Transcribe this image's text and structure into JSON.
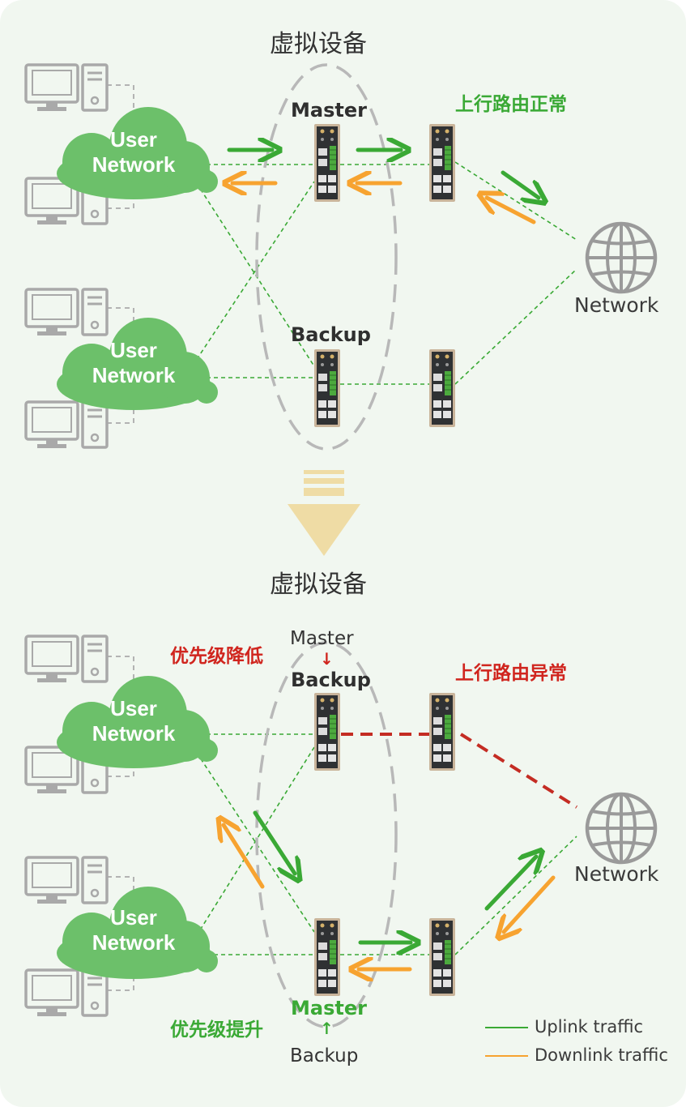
{
  "colors": {
    "background": "#f1f7f0",
    "uplink": "#3aa935",
    "downlink": "#f7a330",
    "dashed_link": "#3aa935",
    "fault_link": "#c42c23",
    "ellipse": "#b8b8b8",
    "cloud": "#6cc06a",
    "transition_arrow": "#efdca5",
    "ok_status": "#3aa935",
    "fault_status": "#d0251e"
  },
  "top": {
    "title": "虚拟设备",
    "master_label": "Master",
    "backup_label": "Backup",
    "route_status": "上行路由正常",
    "cloud_upper": {
      "line1": "User",
      "line2": "Network"
    },
    "cloud_lower": {
      "line1": "User",
      "line2": "Network"
    },
    "network_label": "Network"
  },
  "bottom": {
    "title": "虚拟设备",
    "upper_role_before": "Master",
    "upper_role_arrow": "↓",
    "upper_role_after": "Backup",
    "priority_lowered": "优先级降低",
    "route_status": "上行路由异常",
    "cloud_upper": {
      "line1": "User",
      "line2": "Network"
    },
    "cloud_lower": {
      "line1": "User",
      "line2": "Network"
    },
    "network_label": "Network",
    "lower_role_after": "Master",
    "lower_role_arrow": "↑",
    "lower_role_before": "Backup",
    "priority_raised": "优先级提升"
  },
  "legend": [
    {
      "label": "Uplink traffic",
      "color": "#3aa935"
    },
    {
      "label": "Downlink traffic",
      "color": "#f7a330"
    }
  ],
  "icons": [
    "computer-icon",
    "cloud-icon",
    "switch-icon",
    "globe-icon",
    "down-arrow-icon"
  ]
}
